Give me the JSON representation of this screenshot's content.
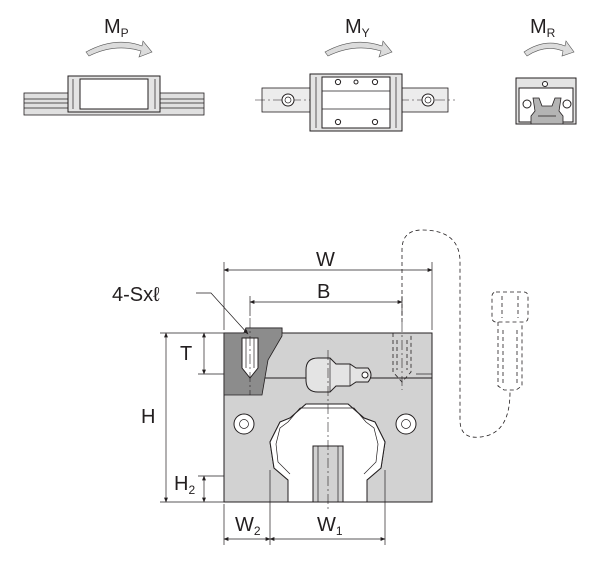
{
  "moments": {
    "pitch": {
      "main": "M",
      "sub": "P"
    },
    "yaw": {
      "main": "M",
      "sub": "Y"
    },
    "roll": {
      "main": "M",
      "sub": "R"
    }
  },
  "dimensions": {
    "W": "W",
    "B": "B",
    "screw": "4-Sxℓ",
    "T": "T",
    "H": "H",
    "H2": {
      "main": "H",
      "sub": "2"
    },
    "W2": {
      "main": "W",
      "sub": "2"
    },
    "W1": {
      "main": "W",
      "sub": "1"
    }
  }
}
